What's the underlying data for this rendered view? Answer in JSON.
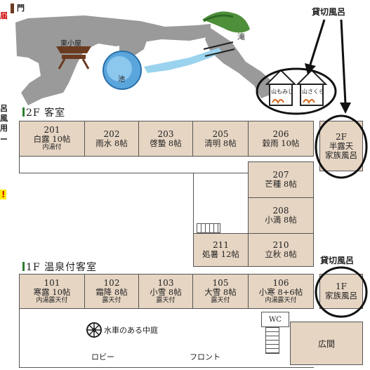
{
  "labels": {
    "gate": "門",
    "hut": "東小屋",
    "pond": "池",
    "waterfall": "滝",
    "bath_momiji": "山もみじ",
    "bath_sakura": "山さくら",
    "private_bath_title_top": "貸切風呂",
    "private_bath_title_bottom": "貸切風呂",
    "floor2": "2F 客室",
    "floor1": "1F 温泉付客室",
    "garden": "水車のある中庭",
    "lobby": "ロビー",
    "front": "フロント",
    "hall": "広間",
    "wc": "WC",
    "edge_chars": [
      "届",
      "呂",
      "風",
      "用",
      "ー",
      "!"
    ]
  },
  "rooms2f": [
    {
      "num": "201",
      "name": "白露 10帖",
      "sub": "内湯付"
    },
    {
      "num": "202",
      "name": "雨水 8帖",
      "sub": ""
    },
    {
      "num": "203",
      "name": "啓蟄 8帖",
      "sub": ""
    },
    {
      "num": "205",
      "name": "清明 8帖",
      "sub": ""
    },
    {
      "num": "206",
      "name": "穀雨 10帖",
      "sub": ""
    },
    {
      "num": "207",
      "name": "芒種 8帖",
      "sub": ""
    },
    {
      "num": "208",
      "name": "小満 8帖",
      "sub": ""
    },
    {
      "num": "211",
      "name": "処暑 12帖",
      "sub": ""
    },
    {
      "num": "210",
      "name": "立秋 8帖",
      "sub": ""
    }
  ],
  "bath2f": {
    "num": "2F",
    "name": "半露天",
    "sub": "家族風呂"
  },
  "rooms1f": [
    {
      "num": "101",
      "name": "寒露 10帖",
      "sub": "内湯露天付"
    },
    {
      "num": "102",
      "name": "霜降 8帖",
      "sub": "露天付"
    },
    {
      "num": "103",
      "name": "小雪 8帖",
      "sub": "露天付"
    },
    {
      "num": "105",
      "name": "大雪 8帖",
      "sub": "露天付"
    },
    {
      "num": "106",
      "name": "小寒 8+6帖",
      "sub": "内湯露天付"
    }
  ],
  "bath1f": {
    "num": "1F",
    "name": "家族風呂"
  },
  "colors": {
    "room": "#e6d5c3",
    "path": "#9a9a9a",
    "pond": "#5aa6dc",
    "border": "#555555",
    "accent": "#cc0000"
  }
}
